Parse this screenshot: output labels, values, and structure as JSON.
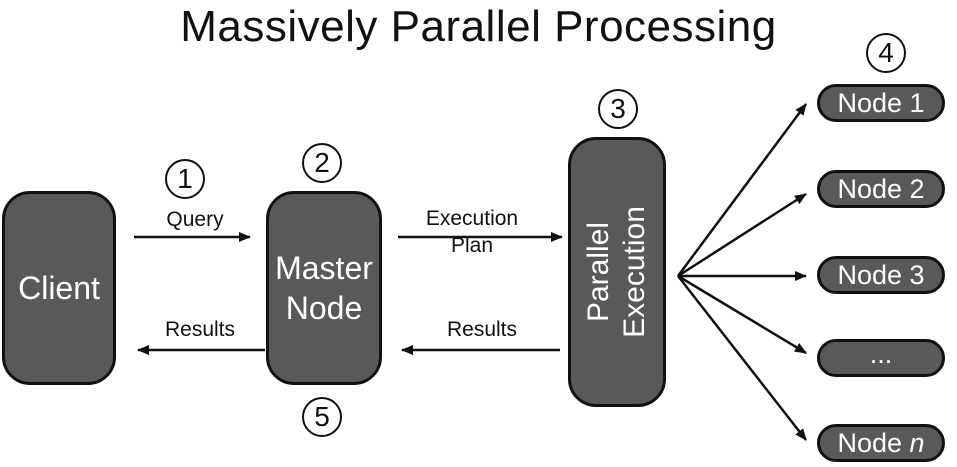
{
  "title": "Massively Parallel Processing",
  "boxes": {
    "client": "Client",
    "master_line1": "Master",
    "master_line2": "Node",
    "parallel_line1": "Parallel",
    "parallel_line2": "Execution"
  },
  "nodes": [
    {
      "text": "Node 1",
      "suffix": ""
    },
    {
      "text": "Node 2",
      "suffix": ""
    },
    {
      "text": "Node 3",
      "suffix": ""
    },
    {
      "text": "...",
      "suffix": ""
    },
    {
      "text": "Node ",
      "suffix": "n"
    }
  ],
  "steps": [
    "1",
    "2",
    "3",
    "4",
    "5"
  ],
  "labels": {
    "query": "Query",
    "execution_plan_line1": "Execution",
    "execution_plan_line2": "Plan",
    "results_left": "Results",
    "results_right": "Results"
  }
}
